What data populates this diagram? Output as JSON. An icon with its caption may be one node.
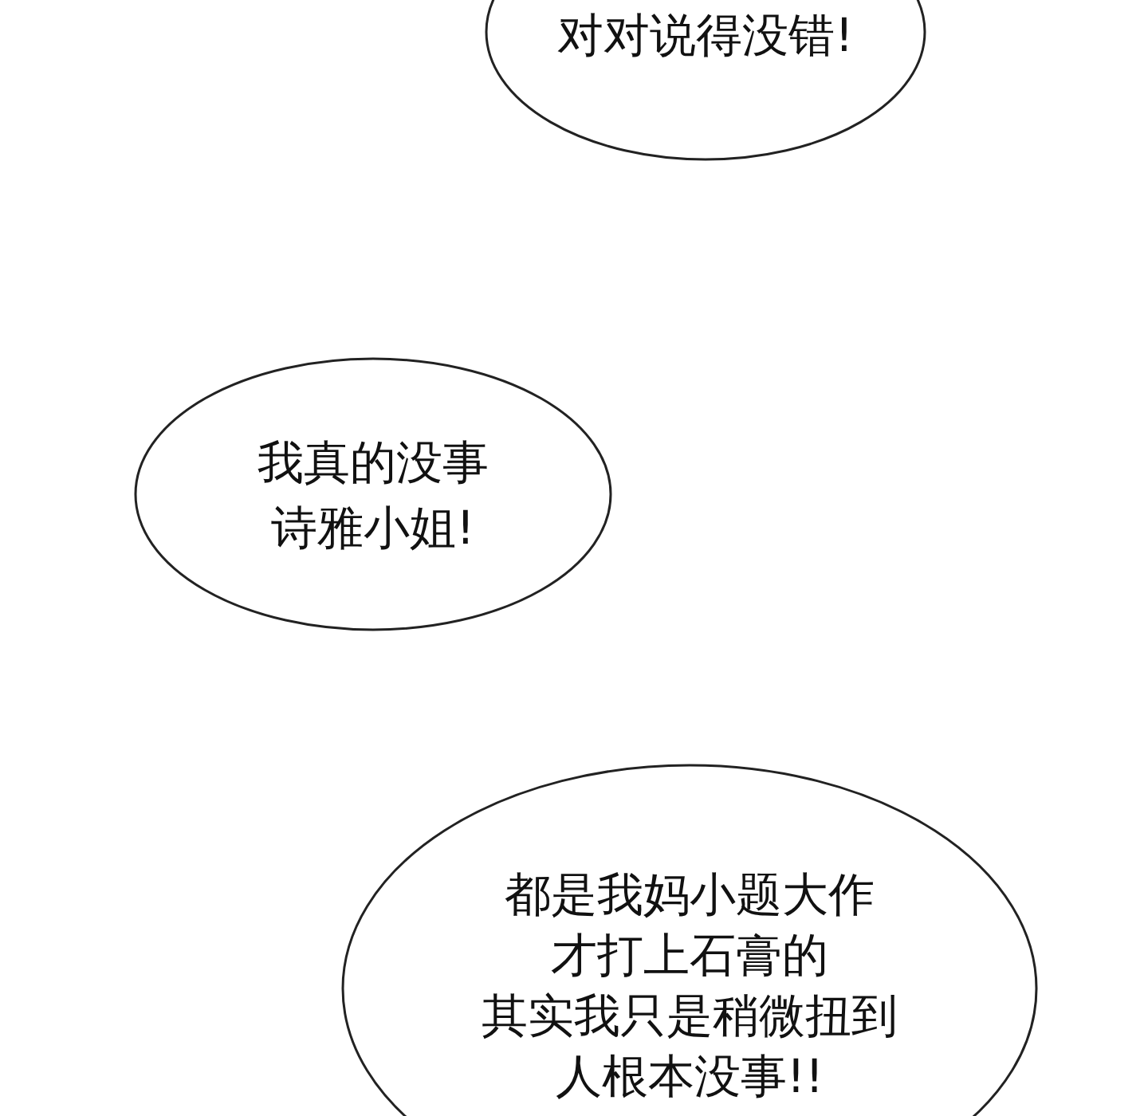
{
  "diagram": {
    "nodes": [
      {
        "text": [
          "对对说得没错!"
        ]
      },
      {
        "text": [
          "我真的没事诗雅小姐!"
        ]
      },
      {
        "text": [
          "都是我妈小题大作才打上石膏的其实我只是稍微扭到人根本没事!!"
        ]
      }
    ]
  }
}
